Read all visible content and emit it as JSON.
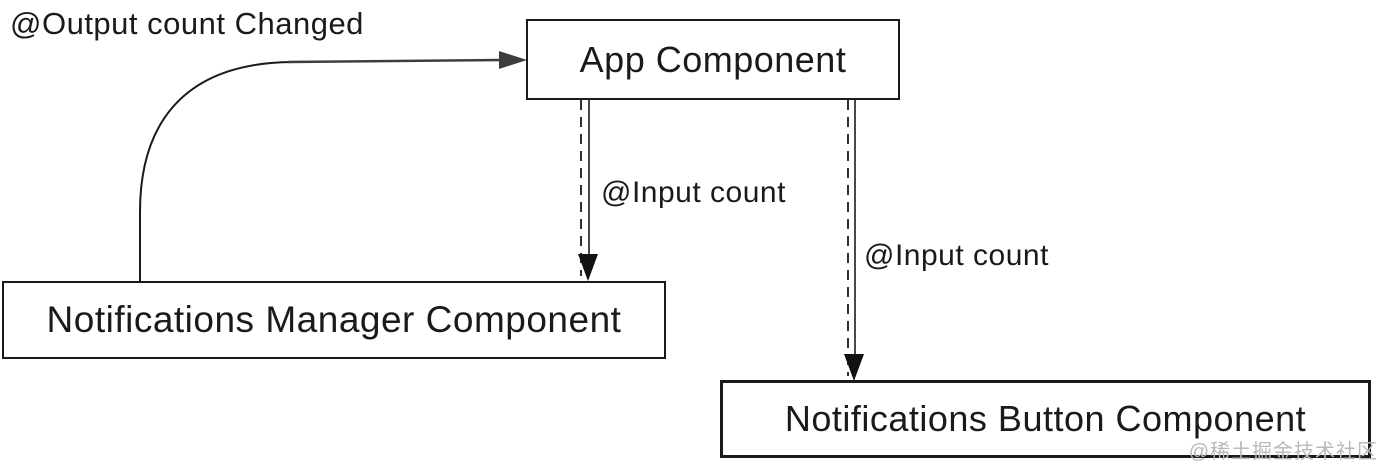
{
  "diagram": {
    "nodes": {
      "app": {
        "label": "App Component"
      },
      "manager": {
        "label": "Notifications Manager Component"
      },
      "button": {
        "label": "Notifications Button Component"
      }
    },
    "edges": {
      "output": {
        "label": "@Output count Changed",
        "from": "manager",
        "to": "app",
        "style": "solid-curved-arrow"
      },
      "input_left": {
        "label": "@Input count",
        "from": "app",
        "to": "manager",
        "style": "dashed-arrow"
      },
      "input_right": {
        "label": "@Input count",
        "from": "app",
        "to": "button",
        "style": "dashed-arrow"
      }
    },
    "watermark": "@稀土掘金技术社区",
    "colors": {
      "background": "#ffffff",
      "line": "#1a1a1a",
      "arrow_solid": "#3d3d3d",
      "box_border": "#1a1a1a",
      "text": "#1a1a1a",
      "watermark": "#b9b9b9"
    }
  }
}
